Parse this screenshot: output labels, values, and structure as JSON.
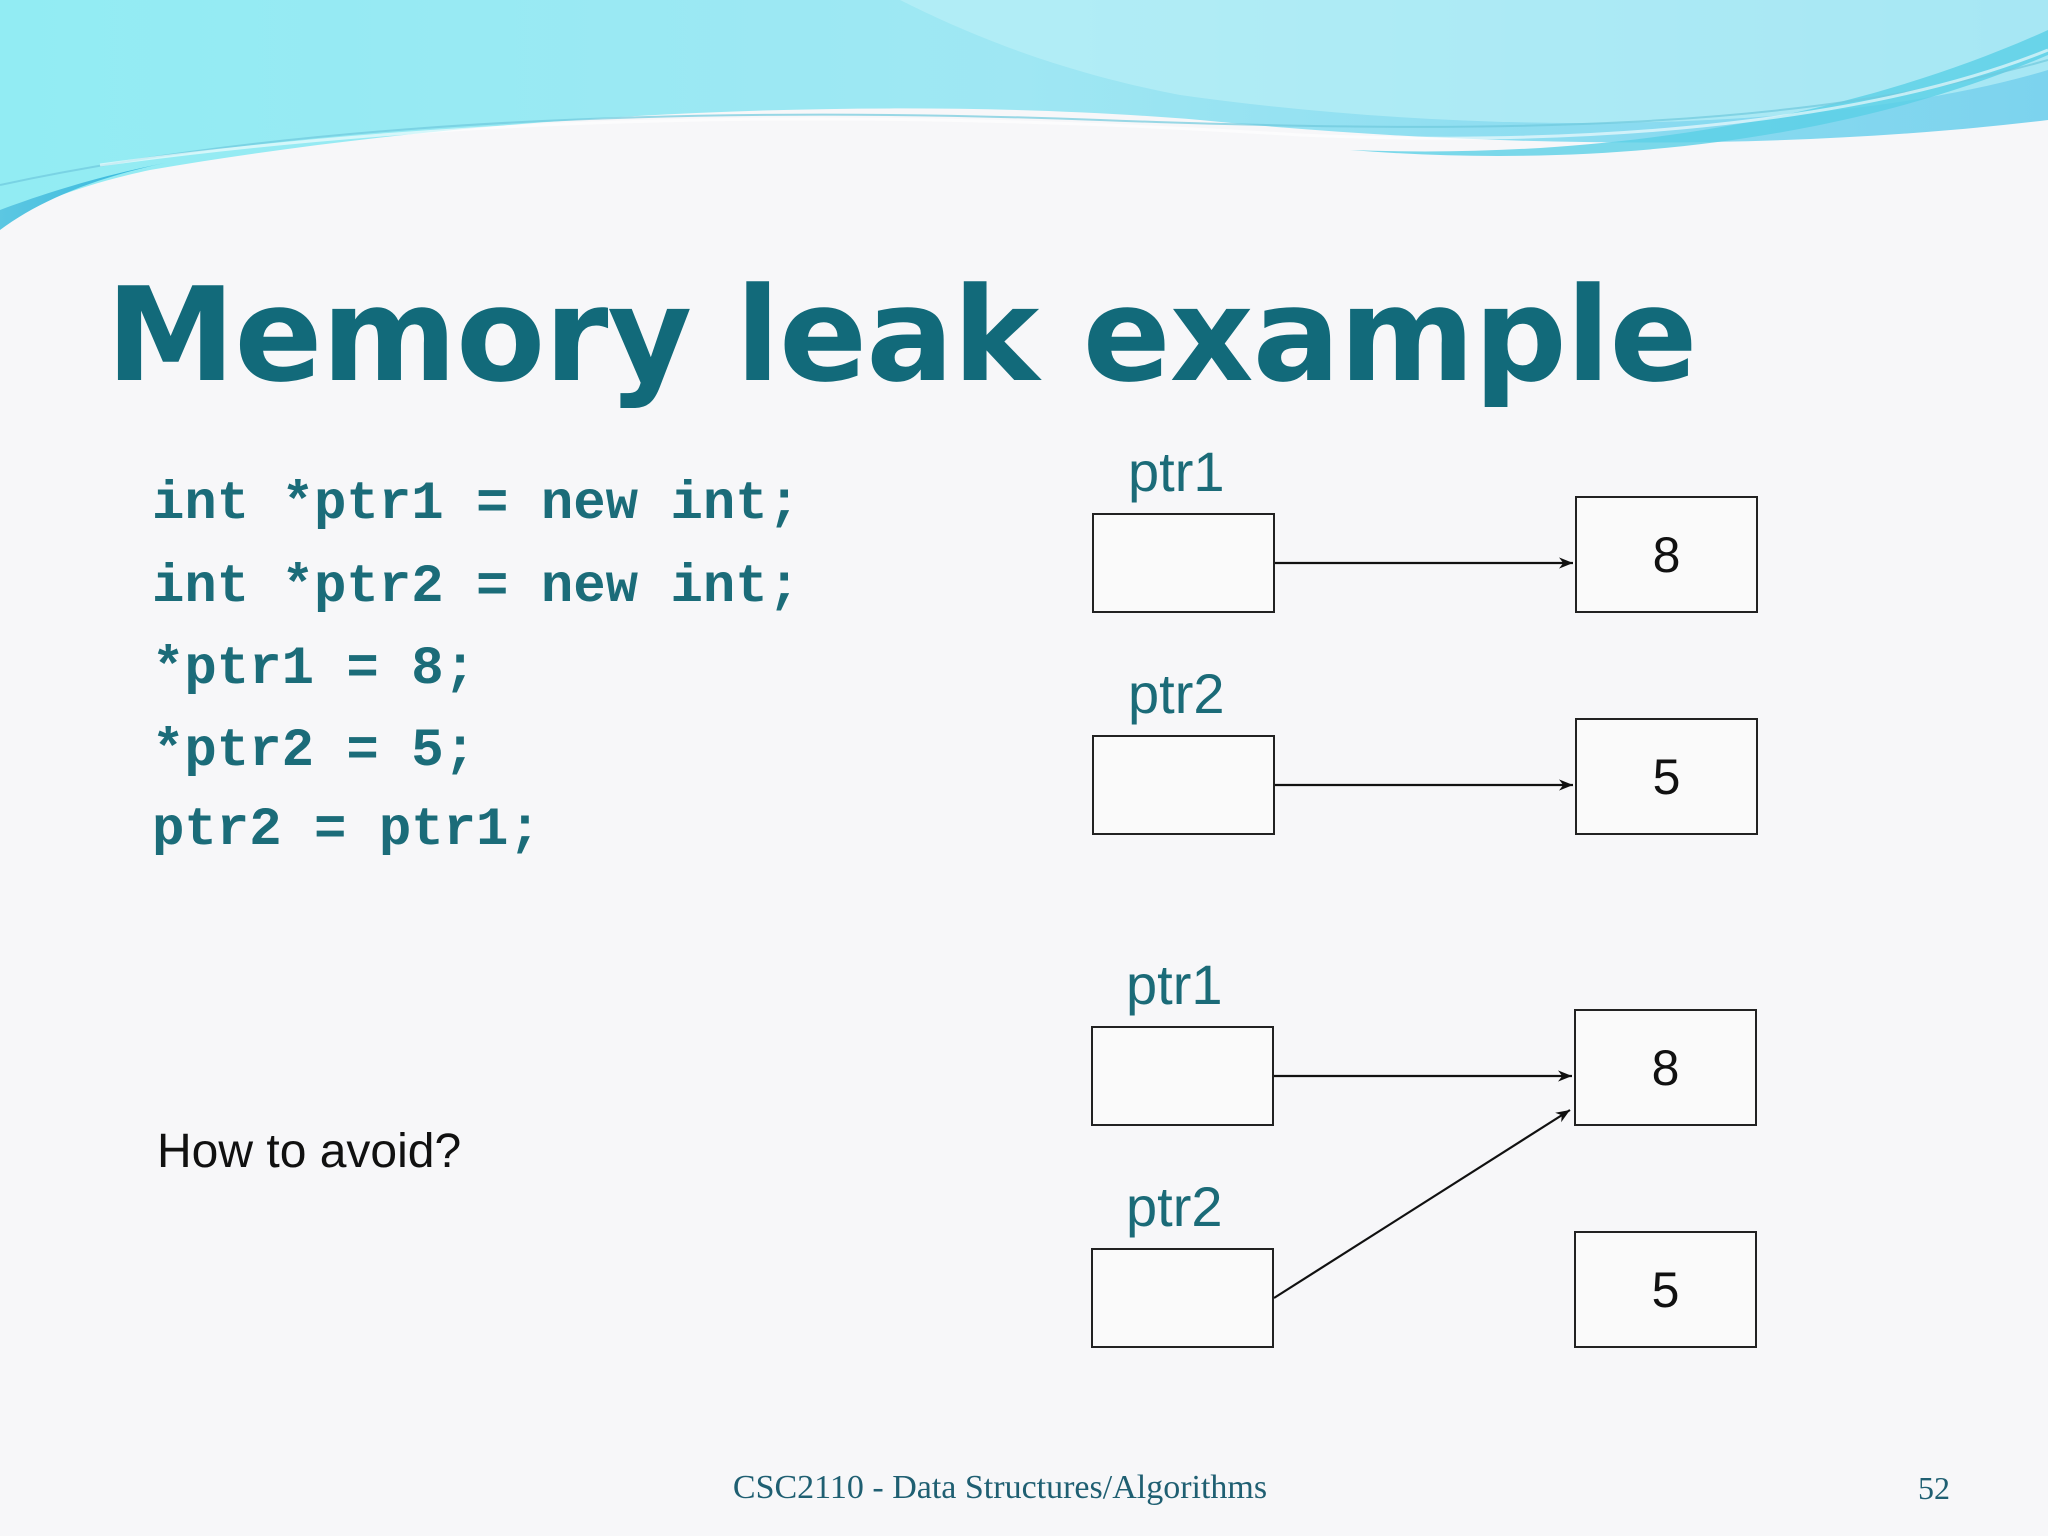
{
  "slide": {
    "title": "Memory leak example",
    "code_lines": [
      "int *ptr1 = new int;",
      "int *ptr2 = new int;",
      "*ptr1 = 8;",
      "*ptr2 = 5;",
      "ptr2 = ptr1;"
    ],
    "question": "How to avoid?",
    "diagrams": {
      "before": {
        "ptr1_label": "ptr1",
        "ptr2_label": "ptr2",
        "value1": "8",
        "value2": "5"
      },
      "after": {
        "ptr1_label": "ptr1",
        "ptr2_label": "ptr2",
        "value1": "8",
        "value2": "5"
      }
    },
    "footer": {
      "course": "CSC2110 - Data Structures/Algorithms",
      "page_number": "52"
    }
  },
  "colors": {
    "title": "#126a7a",
    "code": "#1b6c79",
    "wave_light": "#a8eef5",
    "wave_mid": "#6fd7ea",
    "wave_dark": "#3fb8d8"
  }
}
